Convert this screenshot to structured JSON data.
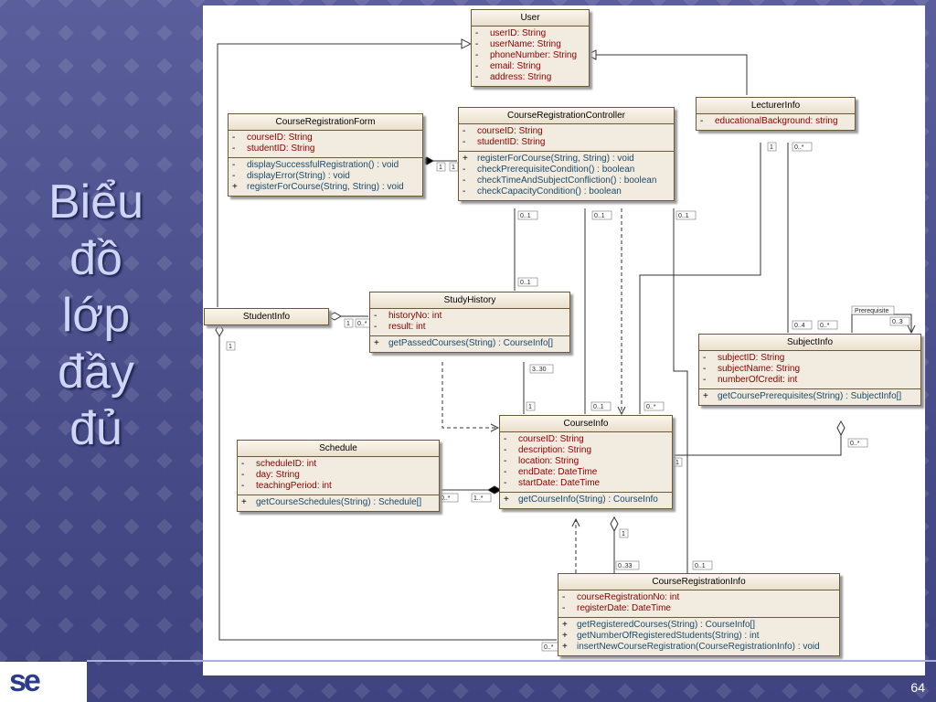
{
  "slide": {
    "title_lines": [
      "Biểu",
      "đồ",
      "lớp",
      "đầy",
      "đủ"
    ],
    "page_number": "64",
    "logo_text": "se"
  },
  "classes": {
    "user": {
      "name": "User",
      "attributes": [
        {
          "v": "-",
          "t": "userID:  String"
        },
        {
          "v": "-",
          "t": "userName:  String"
        },
        {
          "v": "-",
          "t": "phoneNumber:  String"
        },
        {
          "v": "-",
          "t": "email:  String"
        },
        {
          "v": "-",
          "t": "address:  String"
        }
      ],
      "operations": []
    },
    "course_registration_form": {
      "name": "CourseRegistrationForm",
      "attributes": [
        {
          "v": "-",
          "t": "courseID:  String"
        },
        {
          "v": "-",
          "t": "studentID:  String"
        }
      ],
      "operations": [
        {
          "v": "-",
          "t": "displaySuccessfulRegistration() : void"
        },
        {
          "v": "-",
          "t": "displayError(String) : void"
        },
        {
          "v": "+",
          "t": "registerForCourse(String, String) : void"
        }
      ]
    },
    "course_registration_controller": {
      "name": "CourseRegistrationController",
      "attributes": [
        {
          "v": "-",
          "t": "courseID:  String"
        },
        {
          "v": "-",
          "t": "studentID:  String"
        }
      ],
      "operations": [
        {
          "v": "+",
          "t": "registerForCourse(String, String) : void"
        },
        {
          "v": "-",
          "t": "checkPrerequisiteCondition() : boolean"
        },
        {
          "v": "-",
          "t": "checkTimeAndSubjectConfliction() : boolean"
        },
        {
          "v": "-",
          "t": "checkCapacityCondition() : boolean"
        }
      ]
    },
    "lecturer_info": {
      "name": "LecturerInfo",
      "attributes": [
        {
          "v": "-",
          "t": "educationalBackground:  string"
        }
      ],
      "operations": []
    },
    "student_info": {
      "name": "StudentInfo",
      "attributes": [],
      "operations": []
    },
    "study_history": {
      "name": "StudyHistory",
      "attributes": [
        {
          "v": "-",
          "t": "historyNo:  int"
        },
        {
          "v": "-",
          "t": "result:  int"
        }
      ],
      "operations": [
        {
          "v": "+",
          "t": "getPassedCourses(String) : CourseInfo[]"
        }
      ]
    },
    "subject_info": {
      "name": "SubjectInfo",
      "attributes": [
        {
          "v": "-",
          "t": "subjectID:  String"
        },
        {
          "v": "-",
          "t": "subjectName:  String"
        },
        {
          "v": "-",
          "t": "numberOfCredit:  int"
        }
      ],
      "operations": [
        {
          "v": "+",
          "t": "getCoursePrerequisites(String) : SubjectInfo[]"
        }
      ]
    },
    "course_info": {
      "name": "CourseInfo",
      "attributes": [
        {
          "v": "-",
          "t": "courseID:  String"
        },
        {
          "v": "-",
          "t": "description:  String"
        },
        {
          "v": "-",
          "t": "location:  String"
        },
        {
          "v": "-",
          "t": "endDate:  DateTime"
        },
        {
          "v": "-",
          "t": "startDate:  DateTime"
        }
      ],
      "operations": [
        {
          "v": "+",
          "t": "getCourseInfo(String) : CourseInfo"
        }
      ]
    },
    "schedule": {
      "name": "Schedule",
      "attributes": [
        {
          "v": "-",
          "t": "scheduleID:  int"
        },
        {
          "v": "-",
          "t": "day:  String"
        },
        {
          "v": "-",
          "t": "teachingPeriod:  int"
        }
      ],
      "operations": [
        {
          "v": "+",
          "t": "getCourseSchedules(String) : Schedule[]"
        }
      ]
    },
    "course_registration_info": {
      "name": "CourseRegistrationInfo",
      "attributes": [
        {
          "v": "-",
          "t": "courseRegistrationNo:  int"
        },
        {
          "v": "-",
          "t": "registerDate:  DateTime"
        }
      ],
      "operations": [
        {
          "v": "+",
          "t": "getRegisteredCourses(String) : CourseInfo[]"
        },
        {
          "v": "+",
          "t": "getNumberOfRegisteredStudents(String) : int"
        },
        {
          "v": "+",
          "t": "insertNewCourseRegistration(CourseRegistrationInfo) : void"
        }
      ]
    }
  },
  "multiplicities": [
    {
      "label": "1"
    },
    {
      "label": "1"
    },
    {
      "label": "0..1"
    },
    {
      "label": "0..1"
    },
    {
      "label": "0..1"
    },
    {
      "label": "0..1"
    },
    {
      "label": "1"
    },
    {
      "label": "0..*"
    },
    {
      "label": "1"
    },
    {
      "label": "0..*"
    },
    {
      "label": "3..30"
    },
    {
      "label": "1"
    },
    {
      "label": "0..1"
    },
    {
      "label": "0..*"
    },
    {
      "label": "0..4"
    },
    {
      "label": "0..*"
    },
    {
      "label": "0..3"
    },
    {
      "label": "0..*"
    },
    {
      "label": "1"
    },
    {
      "label": "0..*"
    },
    {
      "label": "1..*"
    },
    {
      "label": "1"
    },
    {
      "label": "0..33"
    },
    {
      "label": "0..1"
    },
    {
      "label": "0..*"
    },
    {
      "label": "1"
    }
  ],
  "association_labels": {
    "prerequisite": "Prerequisite"
  }
}
